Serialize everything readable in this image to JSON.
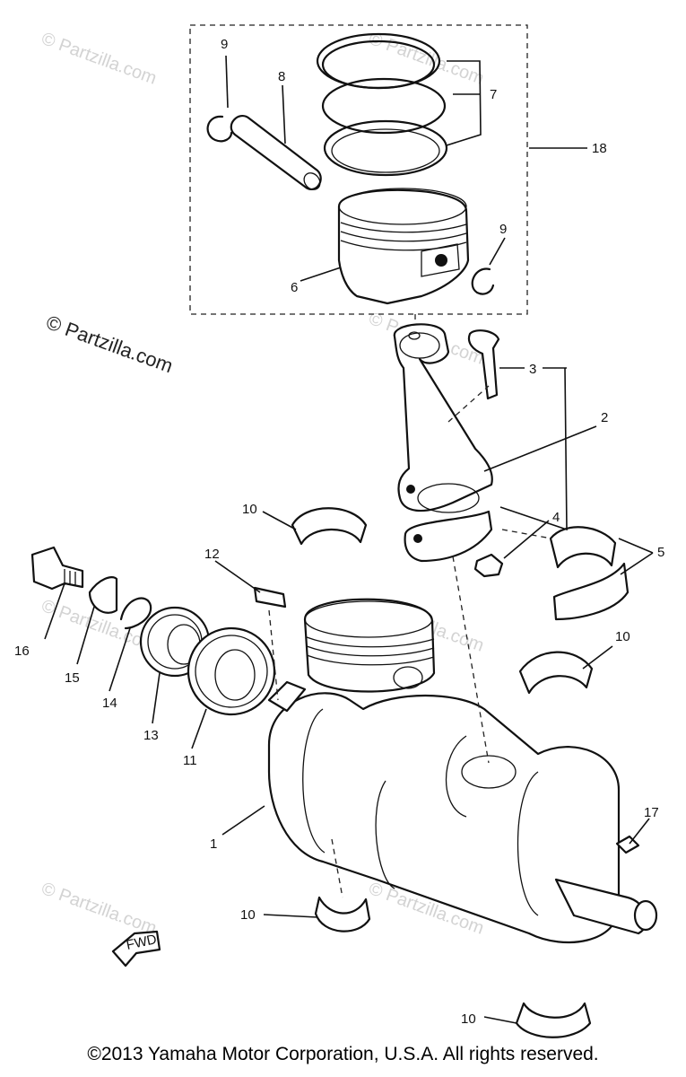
{
  "diagram": {
    "callouts": {
      "c1": "1",
      "c2": "2",
      "c3": "3",
      "c4": "4",
      "c5": "5",
      "c6": "6",
      "c7": "7",
      "c8": "8",
      "c9a": "9",
      "c9b": "9",
      "c10a": "10",
      "c10b": "10",
      "c10c": "10",
      "c10d": "10",
      "c11": "11",
      "c12": "12",
      "c13": "13",
      "c14": "14",
      "c15": "15",
      "c16": "16",
      "c17": "17",
      "c18": "18"
    },
    "watermark_main": "© Partzilla.com",
    "watermark_faint": "© Partzilla.com",
    "fwd_label": "FWD"
  },
  "footer": {
    "copyright": "©2013  Yamaha Motor Corporation, U.S.A. All rights reserved."
  }
}
